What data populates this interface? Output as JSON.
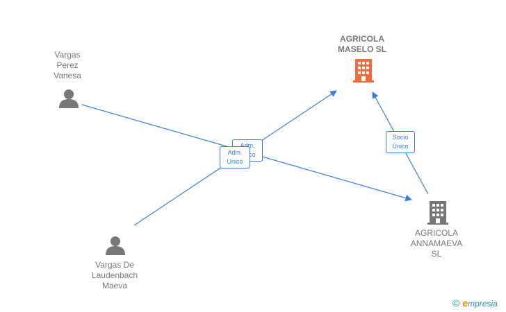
{
  "nodes": {
    "person_vanesa": "Vargas\nPerez\nVanesa",
    "person_maeva": "Vargas De\nLaudenbach\nMaeva",
    "company_maselo": "AGRICOLA\nMASELO  SL",
    "company_annamaeva": "AGRICOLA\nANNAMAEVA\nSL"
  },
  "edges": {
    "adm_unico_back": "Adm.\nUnico",
    "adm_unico_front": "Adm.\nUnico",
    "socio_unico": "Socio\nÚnico"
  },
  "colors": {
    "edge": "#3a7bd5",
    "main_company": "#f26b3a",
    "company": "#777777",
    "person": "#777777"
  },
  "brand": {
    "copyright": "©",
    "e": "e",
    "rest": "mpresia"
  }
}
